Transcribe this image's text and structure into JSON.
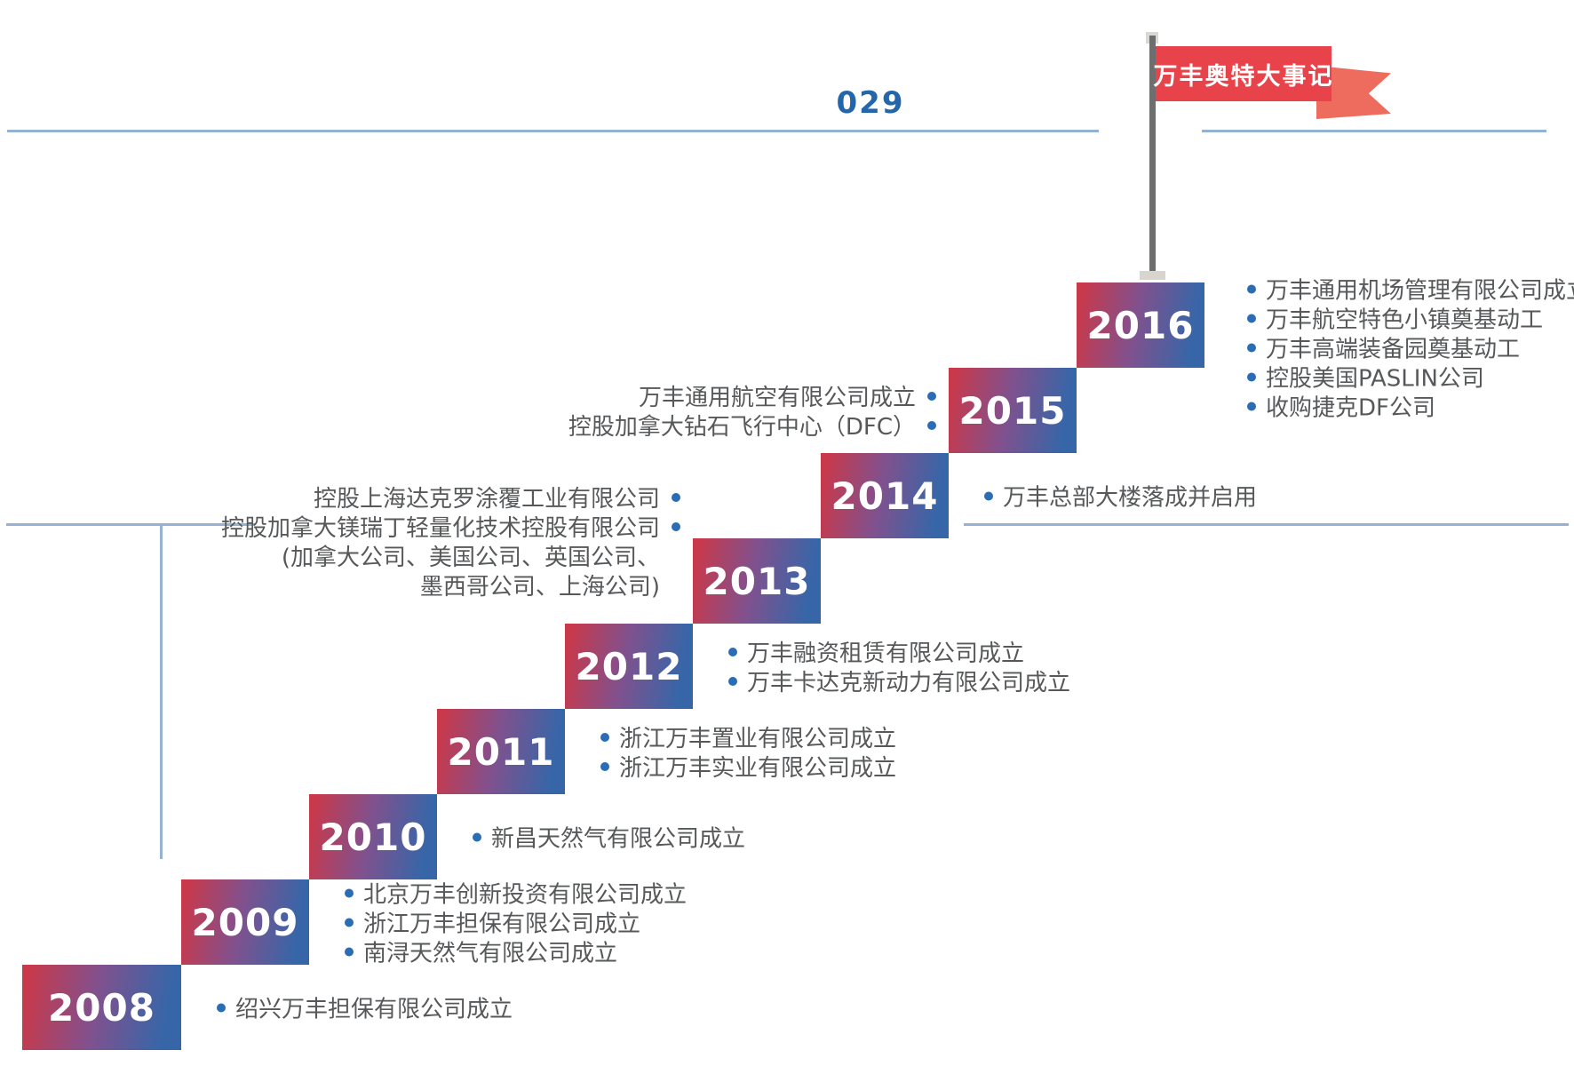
{
  "page": {
    "number": "029"
  },
  "flag": {
    "label": "万丰奥特大事记"
  },
  "colors": {
    "block_red": "#c9394a",
    "block_blue": "#3766a8",
    "flag_red": "#e8434a",
    "flag_tail": "#ee6c5d",
    "bullet_blue": "#2a6db4",
    "rule_blue": "#96b2d3",
    "page_number_blue": "#2366a9",
    "body_text": "#57585a"
  },
  "timeline": {
    "years": [
      {
        "year": "2008",
        "side": "right",
        "events": [
          "绍兴万丰担保有限公司成立"
        ]
      },
      {
        "year": "2009",
        "side": "right",
        "events": [
          "北京万丰创新投资有限公司成立",
          "浙江万丰担保有限公司成立",
          "南浔天然气有限公司成立"
        ]
      },
      {
        "year": "2010",
        "side": "right",
        "events": [
          "新昌天然气有限公司成立"
        ]
      },
      {
        "year": "2011",
        "side": "right",
        "events": [
          "浙江万丰置业有限公司成立",
          "浙江万丰实业有限公司成立"
        ]
      },
      {
        "year": "2012",
        "side": "right",
        "events": [
          "万丰融资租赁有限公司成立",
          "万丰卡达克新动力有限公司成立"
        ]
      },
      {
        "year": "2013",
        "side": "left",
        "events": [
          "控股上海达克罗涂覆工业有限公司",
          "控股加拿大镁瑞丁轻量化技术控股有限公司"
        ],
        "notes": [
          "(加拿大公司、美国公司、英国公司、",
          "墨西哥公司、上海公司)"
        ]
      },
      {
        "year": "2014",
        "side": "right",
        "events": [
          "万丰总部大楼落成并启用"
        ]
      },
      {
        "year": "2015",
        "side": "left",
        "events": [
          "万丰通用航空有限公司成立",
          "控股加拿大钻石飞行中心（DFC）"
        ]
      },
      {
        "year": "2016",
        "side": "right",
        "events": [
          "万丰通用机场管理有限公司成立",
          "万丰航空特色小镇奠基动工",
          "万丰高端装备园奠基动工",
          "控股美国PASLIN公司",
          "收购捷克DF公司"
        ]
      }
    ]
  }
}
